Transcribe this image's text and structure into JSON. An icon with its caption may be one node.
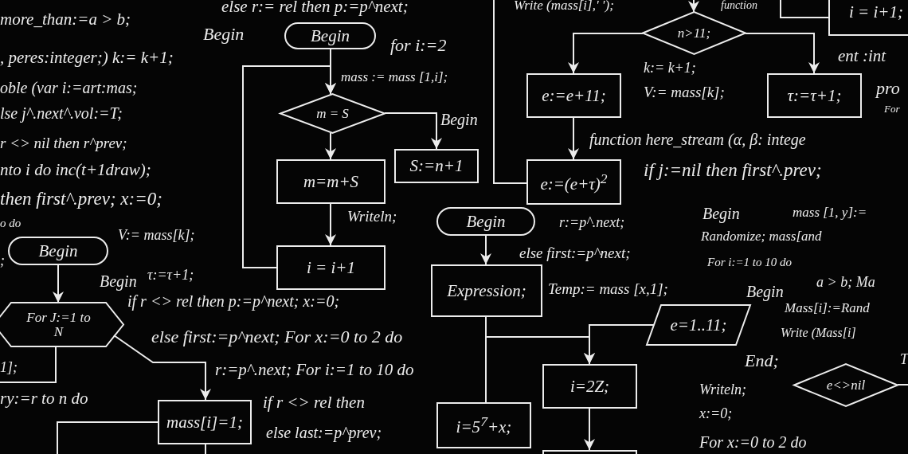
{
  "diagram": {
    "nodes": [
      {
        "text": [
          "Begin"
        ]
      },
      {
        "text": [
          "m = S"
        ]
      },
      {
        "text": [
          "S:=n+1"
        ]
      },
      {
        "text": [
          "m=m+S"
        ]
      },
      {
        "text": [
          "i = i+1"
        ]
      },
      {
        "text": [
          "Begin"
        ]
      },
      {
        "text": [
          "Expression;"
        ]
      },
      {
        "text": [
          "i=5$^{7}$+x;"
        ]
      },
      {
        "text": [
          "i=2Z;"
        ]
      },
      {
        "text": [],
        "shape": "box"
      },
      {
        "text": [
          "e=1..11;"
        ]
      },
      {
        "text": [
          "e:=e+11;"
        ]
      },
      {
        "text": [
          "e:=(e+τ)$^{2}$"
        ]
      },
      {
        "text": [
          "n>11;"
        ]
      },
      {
        "text": [
          "τ:=τ+1;"
        ]
      },
      {
        "text": [
          "i = i+1;"
        ]
      },
      {
        "text": [
          "e<>nil"
        ]
      },
      {
        "text": [
          "Begin"
        ]
      },
      {
        "text": [
          "For J:=1 to N"
        ]
      },
      {
        "text": [
          "mass[i]=1;"
        ]
      }
    ],
    "edges": [
      {
        "from": 0,
        "to": 1,
        "arrow": "to"
      },
      {
        "from": 1,
        "to": 2,
        "arrow": "to"
      },
      {
        "from": 1,
        "to": 3,
        "arrow": "to"
      },
      {
        "from": 3,
        "to": 4,
        "arrow": "to"
      },
      {
        "from": 4,
        "to": 1,
        "arrow": "to"
      },
      {
        "from": 5,
        "to": 6,
        "arrow": "to"
      },
      {
        "from": 6,
        "to": 7,
        "arrow": "none"
      },
      {
        "from": 6,
        "to": 8,
        "arrow": "to"
      },
      {
        "from": 10,
        "to": 8,
        "arrow": "to"
      },
      {
        "from": 8,
        "to": 9,
        "arrow": "to"
      },
      {
        "from": 11,
        "to": 12,
        "arrow": "to"
      },
      {
        "from": null,
        "to": 12,
        "arrow": "none"
      },
      {
        "from": 13,
        "to": 11,
        "arrow": "to"
      },
      {
        "from": 13,
        "to": 14,
        "arrow": "to"
      },
      {
        "from": null,
        "to": 13,
        "arrow": "to"
      },
      {
        "from": null,
        "to": 15,
        "arrow": "none"
      },
      {
        "from": 17,
        "to": 18,
        "arrow": "to"
      },
      {
        "from": 18,
        "to": 19,
        "arrow": "to"
      },
      {
        "from": 18,
        "to": null,
        "arrow": "none"
      },
      {
        "from": 19,
        "to": null,
        "arrow": "none"
      },
      {
        "from": 19,
        "to": null,
        "arrow": "none"
      },
      {
        "from": 16,
        "to": null,
        "arrow": "none"
      }
    ],
    "labels": [
      "else r:= rel then p:=p^next;",
      "Write (mass[i],' ');",
      "function",
      "more_than:=a > b;",
      "Begin",
      "for i:=2",
      "ent :int",
      ", peres:integer;) k:= k+1;",
      "mass := mass [1,i];",
      "k:= k+1;",
      "V:= mass[k];",
      "pro",
      "For",
      "oble (var i:=art:mas;",
      "lse j^.next^.vol:=T;",
      "r <> nil then r^prev;",
      "nto i do inc(t+1draw);",
      "then first^.prev; x:=0;",
      "Begin",
      "function here_stream (α, β: intege",
      "if j:=nil then first^.prev;",
      "o do",
      "Writeln;",
      "r:=p^.next;",
      "Begin",
      "mass [1, y]:=",
      "V:= mass[k];",
      "Randomize; mass[and",
      ";",
      "else first:=p^next;",
      "For i:=1 to 10 do",
      "τ:=τ+1;",
      "Begin",
      "if r <> rel then p:=p^next; x:=0;",
      "Temp:= mass [x,1];",
      "Begin",
      "a > b; Ma",
      "Mass[i]:=Rand",
      "else first:=p^next; For x:=0 to 2 do",
      "Write (Mass[i]",
      "1];",
      "End;",
      "T",
      "r:=p^.next; For i:=1 to 10 do",
      "Writeln;",
      "ry:=r to n do",
      "if r <> rel then",
      "x:=0;",
      "else last:=p^prev;",
      "For x:=0 to 2 do"
    ]
  }
}
